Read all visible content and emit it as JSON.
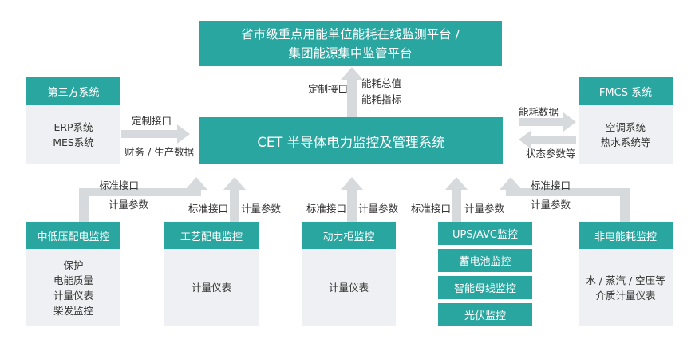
{
  "platform": {
    "line1": "省市级重点用能单位能耗在线监测平台 /",
    "line2": "集团能源集中监管平台"
  },
  "core": {
    "title": "CET 半导体电力监控及管理系统"
  },
  "third_party": {
    "header": "第三方系统",
    "items": [
      "ERP系统",
      "MES系统"
    ]
  },
  "fmcs": {
    "header": "FMCS 系统",
    "items": [
      "空调系统",
      "热水系统等"
    ]
  },
  "labels": {
    "top_left": "定制接口",
    "top_right": [
      "能耗总值",
      "能耗指标"
    ],
    "left_top": "定制接口",
    "left_bottom": "财务 / 生产数据",
    "right_top": "能耗数据",
    "right_bottom": "状态参数等",
    "b1_top": "标准接口",
    "b1_bottom": "计量参数",
    "b2_left": "标准接口",
    "b2_right": "计量参数",
    "b3_left": "标准接口",
    "b3_right": "计量参数",
    "b4_left": "标准接口",
    "b4_right": "计量参数",
    "b5_top": "标准接口",
    "b5_bottom": "计量参数"
  },
  "bottom": {
    "low_voltage": {
      "header": "中低压配电监控",
      "items": [
        "保护",
        "电能质量",
        "计量仪表",
        "柴发监控"
      ]
    },
    "process": {
      "header": "工艺配电监控",
      "items": [
        "计量仪表"
      ]
    },
    "power_cabinet": {
      "header": "动力柜监控",
      "items": [
        "计量仪表"
      ]
    },
    "stack": [
      "UPS/AVC监控",
      "蓄电池监控",
      "智能母线监控",
      "光伏监控"
    ],
    "non_electric": {
      "header": "非电能耗监控",
      "items": [
        "水 / 蒸汽 / 空压等",
        "介质计量仪表"
      ]
    }
  },
  "colors": {
    "teal": "#2aa6a0",
    "panel_grey": "#eef0f3",
    "arrow_grey": "#d7dadd"
  }
}
